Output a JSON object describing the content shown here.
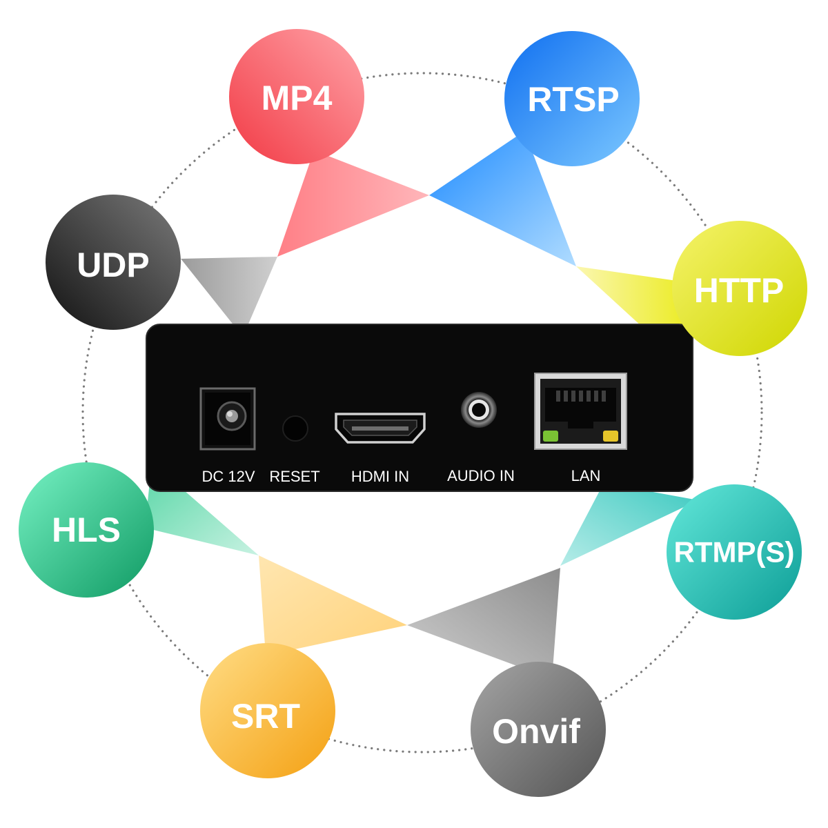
{
  "protocols": [
    {
      "id": "mp4",
      "label": "MP4",
      "color_light": "#ff9aa0",
      "color_dark": "#f23a45"
    },
    {
      "id": "rtsp",
      "label": "RTSP",
      "color_light": "#6fc2ff",
      "color_dark": "#1478f5"
    },
    {
      "id": "http",
      "label": "HTTP",
      "color_light": "#f8f56a",
      "color_dark": "#d8dc00"
    },
    {
      "id": "rtmps",
      "label": "RTMP(S)",
      "color_light": "#5fe6d8",
      "color_dark": "#10a8a0"
    },
    {
      "id": "onvif",
      "label": "Onvif",
      "color_light": "#a8a8a8",
      "color_dark": "#5c5c5c"
    },
    {
      "id": "srt",
      "label": "SRT",
      "color_light": "#ffd77a",
      "color_dark": "#f6a51c"
    },
    {
      "id": "hls",
      "label": "HLS",
      "color_light": "#6ff0c0",
      "color_dark": "#12a06a"
    },
    {
      "id": "udp",
      "label": "UDP",
      "color_light": "#8a8a8a",
      "color_dark": "#161616"
    }
  ],
  "device": {
    "ports": [
      {
        "id": "dc",
        "label": "DC 12V"
      },
      {
        "id": "reset",
        "label": "RESET"
      },
      {
        "id": "hdmi",
        "label": "HDMI IN"
      },
      {
        "id": "audio",
        "label": "AUDIO IN"
      },
      {
        "id": "lan",
        "label": "LAN"
      }
    ]
  }
}
